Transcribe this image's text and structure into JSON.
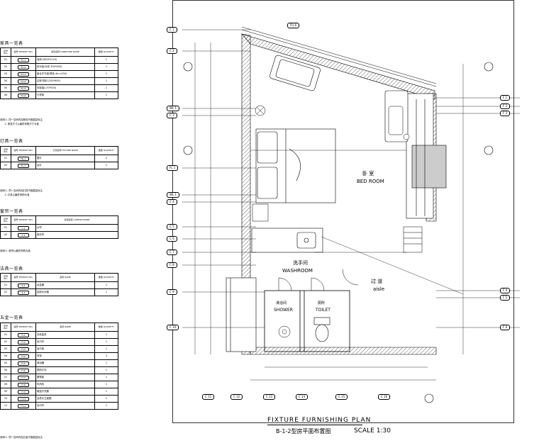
{
  "furniture": {
    "title": "家具一览表",
    "headers": [
      "序号\nNO.",
      "编号\nTEMPLET NO.",
      "家具名称\nFURNITURE NAME",
      "数量\nQUANTITY"
    ],
    "rows": [
      [
        "01",
        "FU-1",
        "双床(1800*2110)",
        "1"
      ],
      [
        "02",
        "FU-2",
        "床头柜(长形 450*400)",
        "1"
      ],
      [
        "03",
        "FU-3",
        "组合式书桌(黑色 4m=450)",
        "1"
      ],
      [
        "04",
        "FU-4",
        "边柜书架(1200*600)",
        "1"
      ],
      [
        "05",
        "FU-5",
        "衣柜架(L70*530)",
        "1"
      ],
      [
        "06",
        "FU-6",
        "行李架",
        "1"
      ]
    ],
    "notes": "说明:1. 同一空间内如家具不做重复标注.\n      2. 家具尺寸以最终采购尺寸为准."
  },
  "lighting": {
    "title": "灯具一览表",
    "headers": [
      "序号\nNO.",
      "编号\nTEMPLET NO.",
      "灯具名称\nFIXTURE NAME",
      "数量\nQUANTITY"
    ],
    "rows": [
      [
        "01",
        "WL-1",
        "壁灯",
        "2"
      ],
      [
        "02",
        "FL-1",
        "台灯",
        "1"
      ]
    ],
    "notes": "说明:1. 同一空间内如灯具不做重复标注.\n      2. 灯具以最终采购为准."
  },
  "curtain": {
    "title": "窗帘一览表",
    "headers": [
      "序号\nNO.",
      "编号\nTEMPLET NO.",
      "窗帘名称\nCURTAIN NAME"
    ],
    "rows": [
      [
        "01",
        "C-1",
        "纱帘"
      ],
      [
        "02",
        "C-2",
        "遮光帘"
      ]
    ],
    "notes": "说明:1. 窗帘以最终采购为准."
  },
  "bathroom": {
    "title": "洁具一览表",
    "headers": [
      "序号\nNO.",
      "编号\nTEMPLET NO.",
      "名称\nNAME",
      "数量\nQUANTITY"
    ],
    "rows": [
      [
        "01",
        "S-1",
        "台盆器",
        "1"
      ],
      [
        "02",
        "S-2",
        "坐厕大水箱",
        "1"
      ]
    ]
  },
  "hardware": {
    "title": "五金一览表",
    "headers": [
      "序号\nNO.",
      "编号\nTEMPLET NO.",
      "名称\nNAME",
      "数量\nQUANTITY"
    ],
    "rows": [
      [
        "01",
        "H-1",
        "手纸盒夹",
        "1"
      ],
      [
        "02",
        "H-2",
        "毛巾杆",
        "1"
      ],
      [
        "03",
        "H-3",
        "浴巾架",
        "1"
      ],
      [
        "04",
        "H-4",
        "衣钩",
        "3"
      ],
      [
        "05",
        "H-5",
        "淋浴器",
        "1"
      ],
      [
        "06",
        "H-6",
        "镜前灯光",
        "1"
      ],
      [
        "07",
        "H-7",
        "置物架",
        "1"
      ],
      [
        "08",
        "H-8",
        "吹风机",
        "1"
      ],
      [
        "09",
        "H-9",
        "暗盒开关器",
        "1"
      ],
      [
        "10",
        "H-10",
        "洁具大立面图",
        "1"
      ],
      [
        "11",
        "H-11",
        "毛巾杆",
        "1"
      ]
    ],
    "notes": "说明:1. 同一空间内如五金不做重复标注."
  },
  "plan": {
    "bedroom_cn": "卧 室",
    "bedroom_en": "BED ROOM",
    "washroom_cn": "洗手间",
    "washroom_en": "WASHROOM",
    "aisle_cn": "过 道",
    "aisle_en": "aisle",
    "shower_cn": "淋浴间",
    "shower_en": "SHOWER",
    "toilet_cn": "厕所",
    "toilet_en": "TOILET",
    "title": "FIXTURE FURNISHING PLAN",
    "subtitle": "B-1-2型房平面布置图",
    "scale": "SCALE 1:30"
  },
  "tags": {
    "left": [
      "C 1",
      "C 2",
      "WL 1",
      "C 3",
      "FL 1",
      "WL 1",
      "C 4",
      "C 5",
      "C 6",
      "C 7",
      "C 8",
      "C 9",
      "C 10"
    ],
    "right": [
      "F 1",
      "F 2",
      "F 3",
      "F 4",
      "F 5",
      "F 6"
    ],
    "bottom": [
      "C 11",
      "C 12",
      "C 13",
      "C 14",
      "C 15",
      "C 16"
    ],
    "top": "FU 6"
  }
}
